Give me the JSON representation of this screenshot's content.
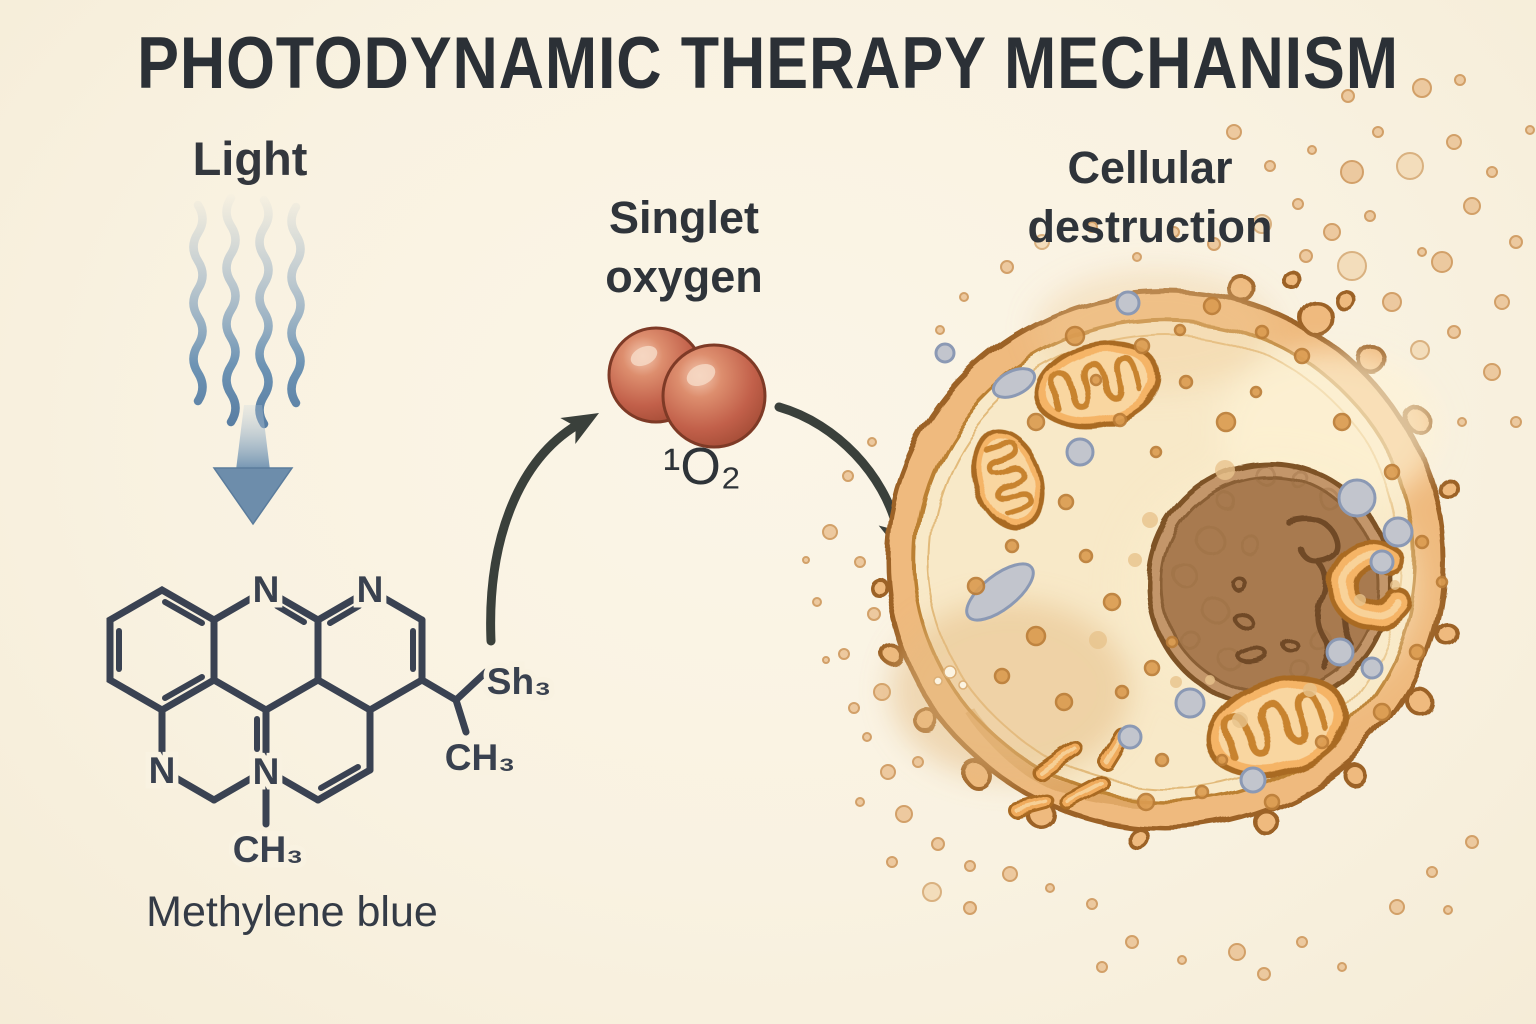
{
  "title": "PHOTODYNAMIC THERAPY MECHANISM",
  "labels": {
    "light": "Light",
    "singlet_line1": "Singlet",
    "singlet_line2": "oxygen",
    "singlet_formula": "¹O₂",
    "cellular_line1": "Cellular",
    "cellular_line2": "destruction",
    "molecule_name": "Methylene blue"
  },
  "molecule": {
    "atom_labels": {
      "n_top_left": "N",
      "n_top_right": "N",
      "n_bottom_left": "N",
      "n_bottom_center": "N",
      "s_group": "Sh₃",
      "ch3_side": "CH₃",
      "ch3_bottom": "CH₃"
    }
  },
  "palette": {
    "background": "#f9f2e1",
    "ink": "#2e3338",
    "bond_color": "#3a4252",
    "light_blue": "#5d84a7",
    "oxygen_red": "#c06a50",
    "arrow_dark": "#3a403b",
    "cell_membrane": "#efba7e",
    "cell_outline": "#9c6228",
    "cytoplasm": "#f8e9c8",
    "nucleus_brown": "#a87a50",
    "mitochondria_orange": "#f5b466",
    "organelle_gray": "#c2c5cd"
  }
}
